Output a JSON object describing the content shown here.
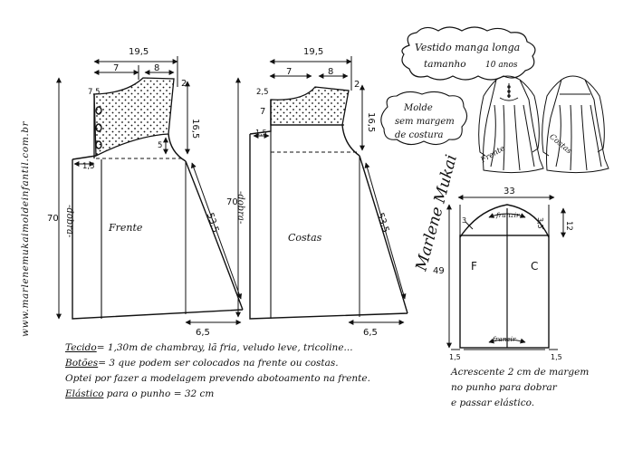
{
  "title": {
    "line1": "Vestido manga longa",
    "line2": "tamanho",
    "size": "10 anos"
  },
  "note_bubble": [
    "Molde",
    "sem margem",
    "de costura"
  ],
  "website": "www.marlenemukaimoldeinfantil.com.br",
  "signature": "Marlene Mukai",
  "front_piece": {
    "label": "Frente",
    "fold_label": "-dobra-",
    "measurements": {
      "width_top": "19,5",
      "neck_width": "7",
      "shoulder_width": "8",
      "shoulder_drop": "2",
      "neck_depth": "7,5",
      "yoke_height": "16,5",
      "armhole_depth": "5",
      "hem_offset": "1,5",
      "length": "70",
      "side_length": "53,5",
      "hem_flare": "6,5"
    }
  },
  "back_piece": {
    "label": "Costas",
    "fold_label": "-dobra-",
    "measurements": {
      "width_top": "19,5",
      "neck_width": "7",
      "shoulder_width": "8",
      "shoulder_drop": "2",
      "neck_depth": "2,5",
      "yoke_height": "7",
      "armhole_depth": "16,5",
      "hem_offset": "1,5",
      "length": "70",
      "side_length": "53,5",
      "hem_flare": "6,5"
    }
  },
  "sleeve": {
    "width": "33",
    "height": "49",
    "cap_height": "12",
    "cap_left": "3",
    "cap_right": "3,5",
    "cuff_left": "1,5",
    "cuff_right": "1,5",
    "label_front": "F",
    "label_back": "C",
    "gather_top": "franzir",
    "gather_bottom": "franzir"
  },
  "sketch_labels": {
    "front": "Frente",
    "back": "Costas"
  },
  "notes": [
    {
      "key": "Tecido",
      "text": "= 1,30m de chambray, lã fria, veludo leve, tricoline..."
    },
    {
      "key": "Botões",
      "text": "= 3 que podem ser colocados na frente ou costas."
    },
    {
      "key": "",
      "text": "Optei por fazer a modelagem prevendo abotoamento na frente."
    },
    {
      "key": "Elástico",
      "text": " para o punho = 32 cm"
    }
  ],
  "right_note": [
    "Acrescente 2 cm de margem",
    "no punho para dobrar",
    "e passar elástico."
  ]
}
